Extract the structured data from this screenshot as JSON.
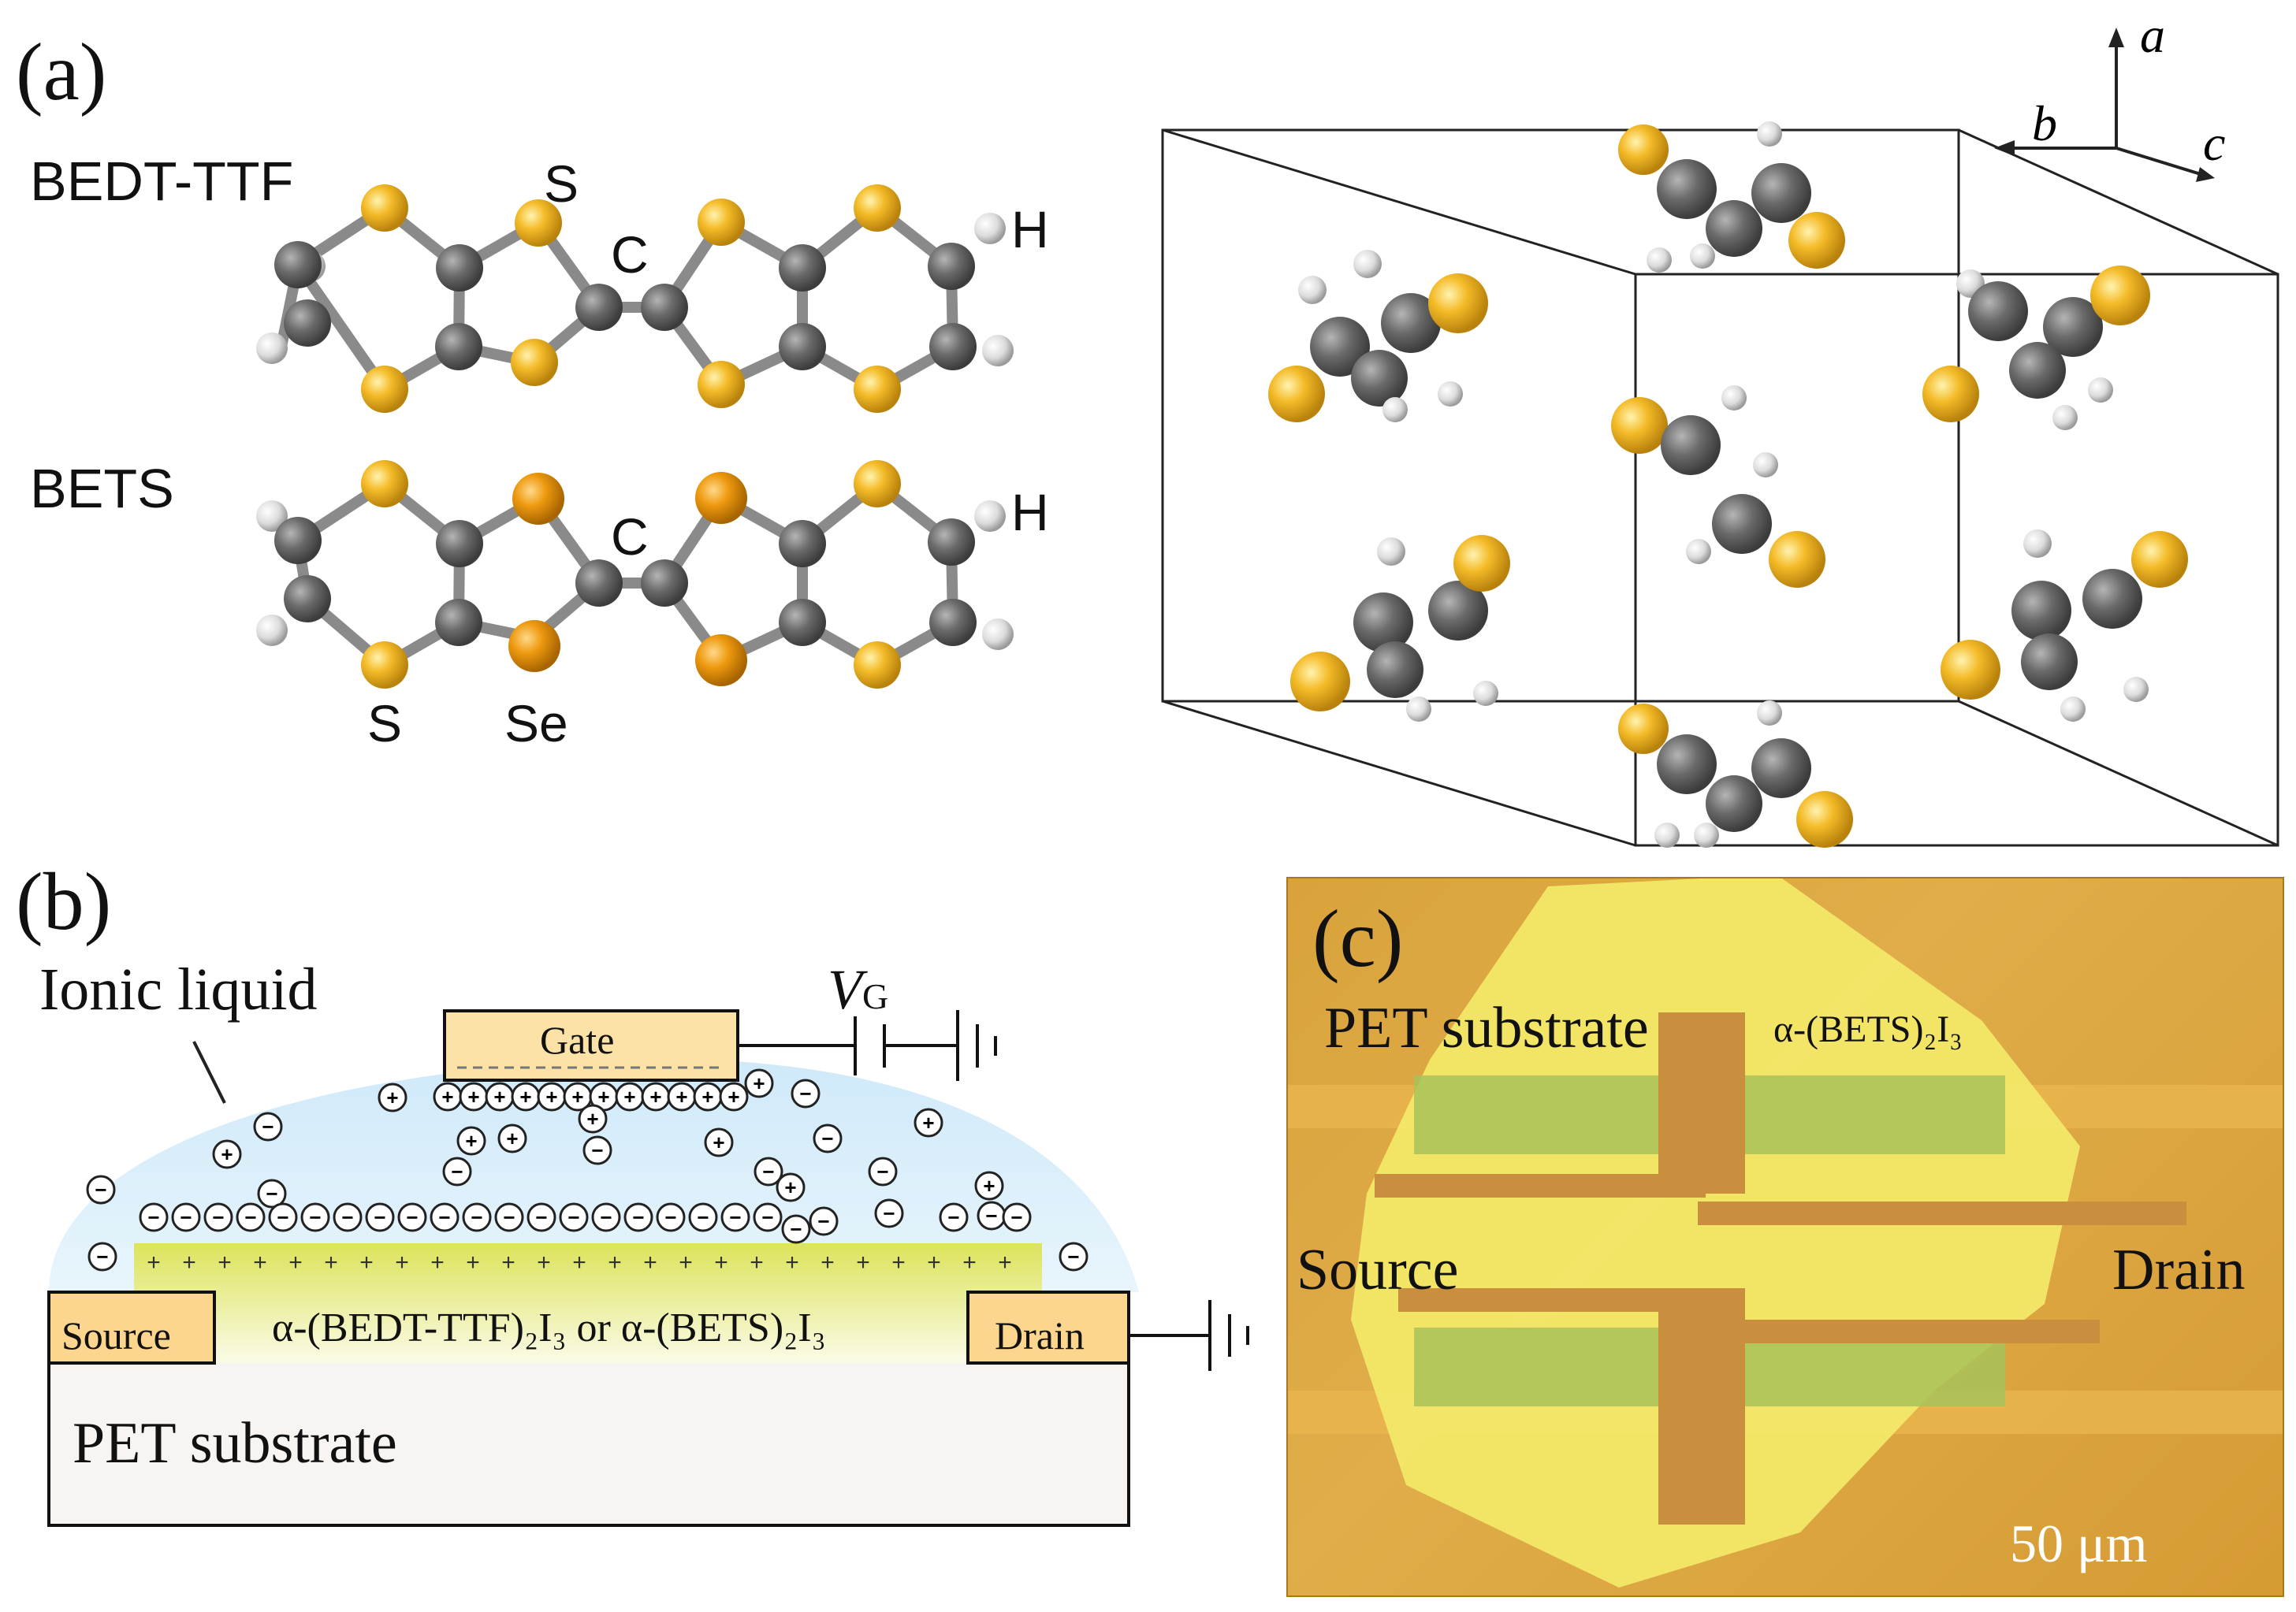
{
  "panel_a": {
    "label": "(a)",
    "molecule1_name": "BEDT-TTF",
    "molecule2_name": "BETS",
    "atom_labels": {
      "S": "S",
      "C": "C",
      "H": "H",
      "Se": "Se"
    },
    "axes": {
      "a": "a",
      "b": "b",
      "c": "c"
    }
  },
  "panel_b": {
    "label": "(b)",
    "ionic_liquid": "Ionic liquid",
    "gate": "Gate",
    "vg_main": "V",
    "vg_sub": "G",
    "source": "Source",
    "drain": "Drain",
    "channel_text": "α-(BEDT-TTF)₂I₃ or α-(BETS)₂I₃",
    "substrate": "PET substrate",
    "plus_sign": "+",
    "minus_sign": "−"
  },
  "panel_c": {
    "label": "(c)",
    "substrate": "PET substrate",
    "crystal": "α-(BETS)₂I₃",
    "source": "Source",
    "drain": "Drain",
    "scale_bar": "50 μm"
  },
  "colors": {
    "sulfur": "#f2b01e",
    "selenium": "#ef9a0c",
    "carbon": "#6b6b6b",
    "hydrogen": "#e6e6e6",
    "ionic_liquid": "#d6ecf8",
    "gate": "#fde0a8",
    "channel": "#d6df5a",
    "substrate": "#f7f3f0",
    "crystal": "#f2ea6a",
    "electrode_green": "#a9c45a"
  }
}
